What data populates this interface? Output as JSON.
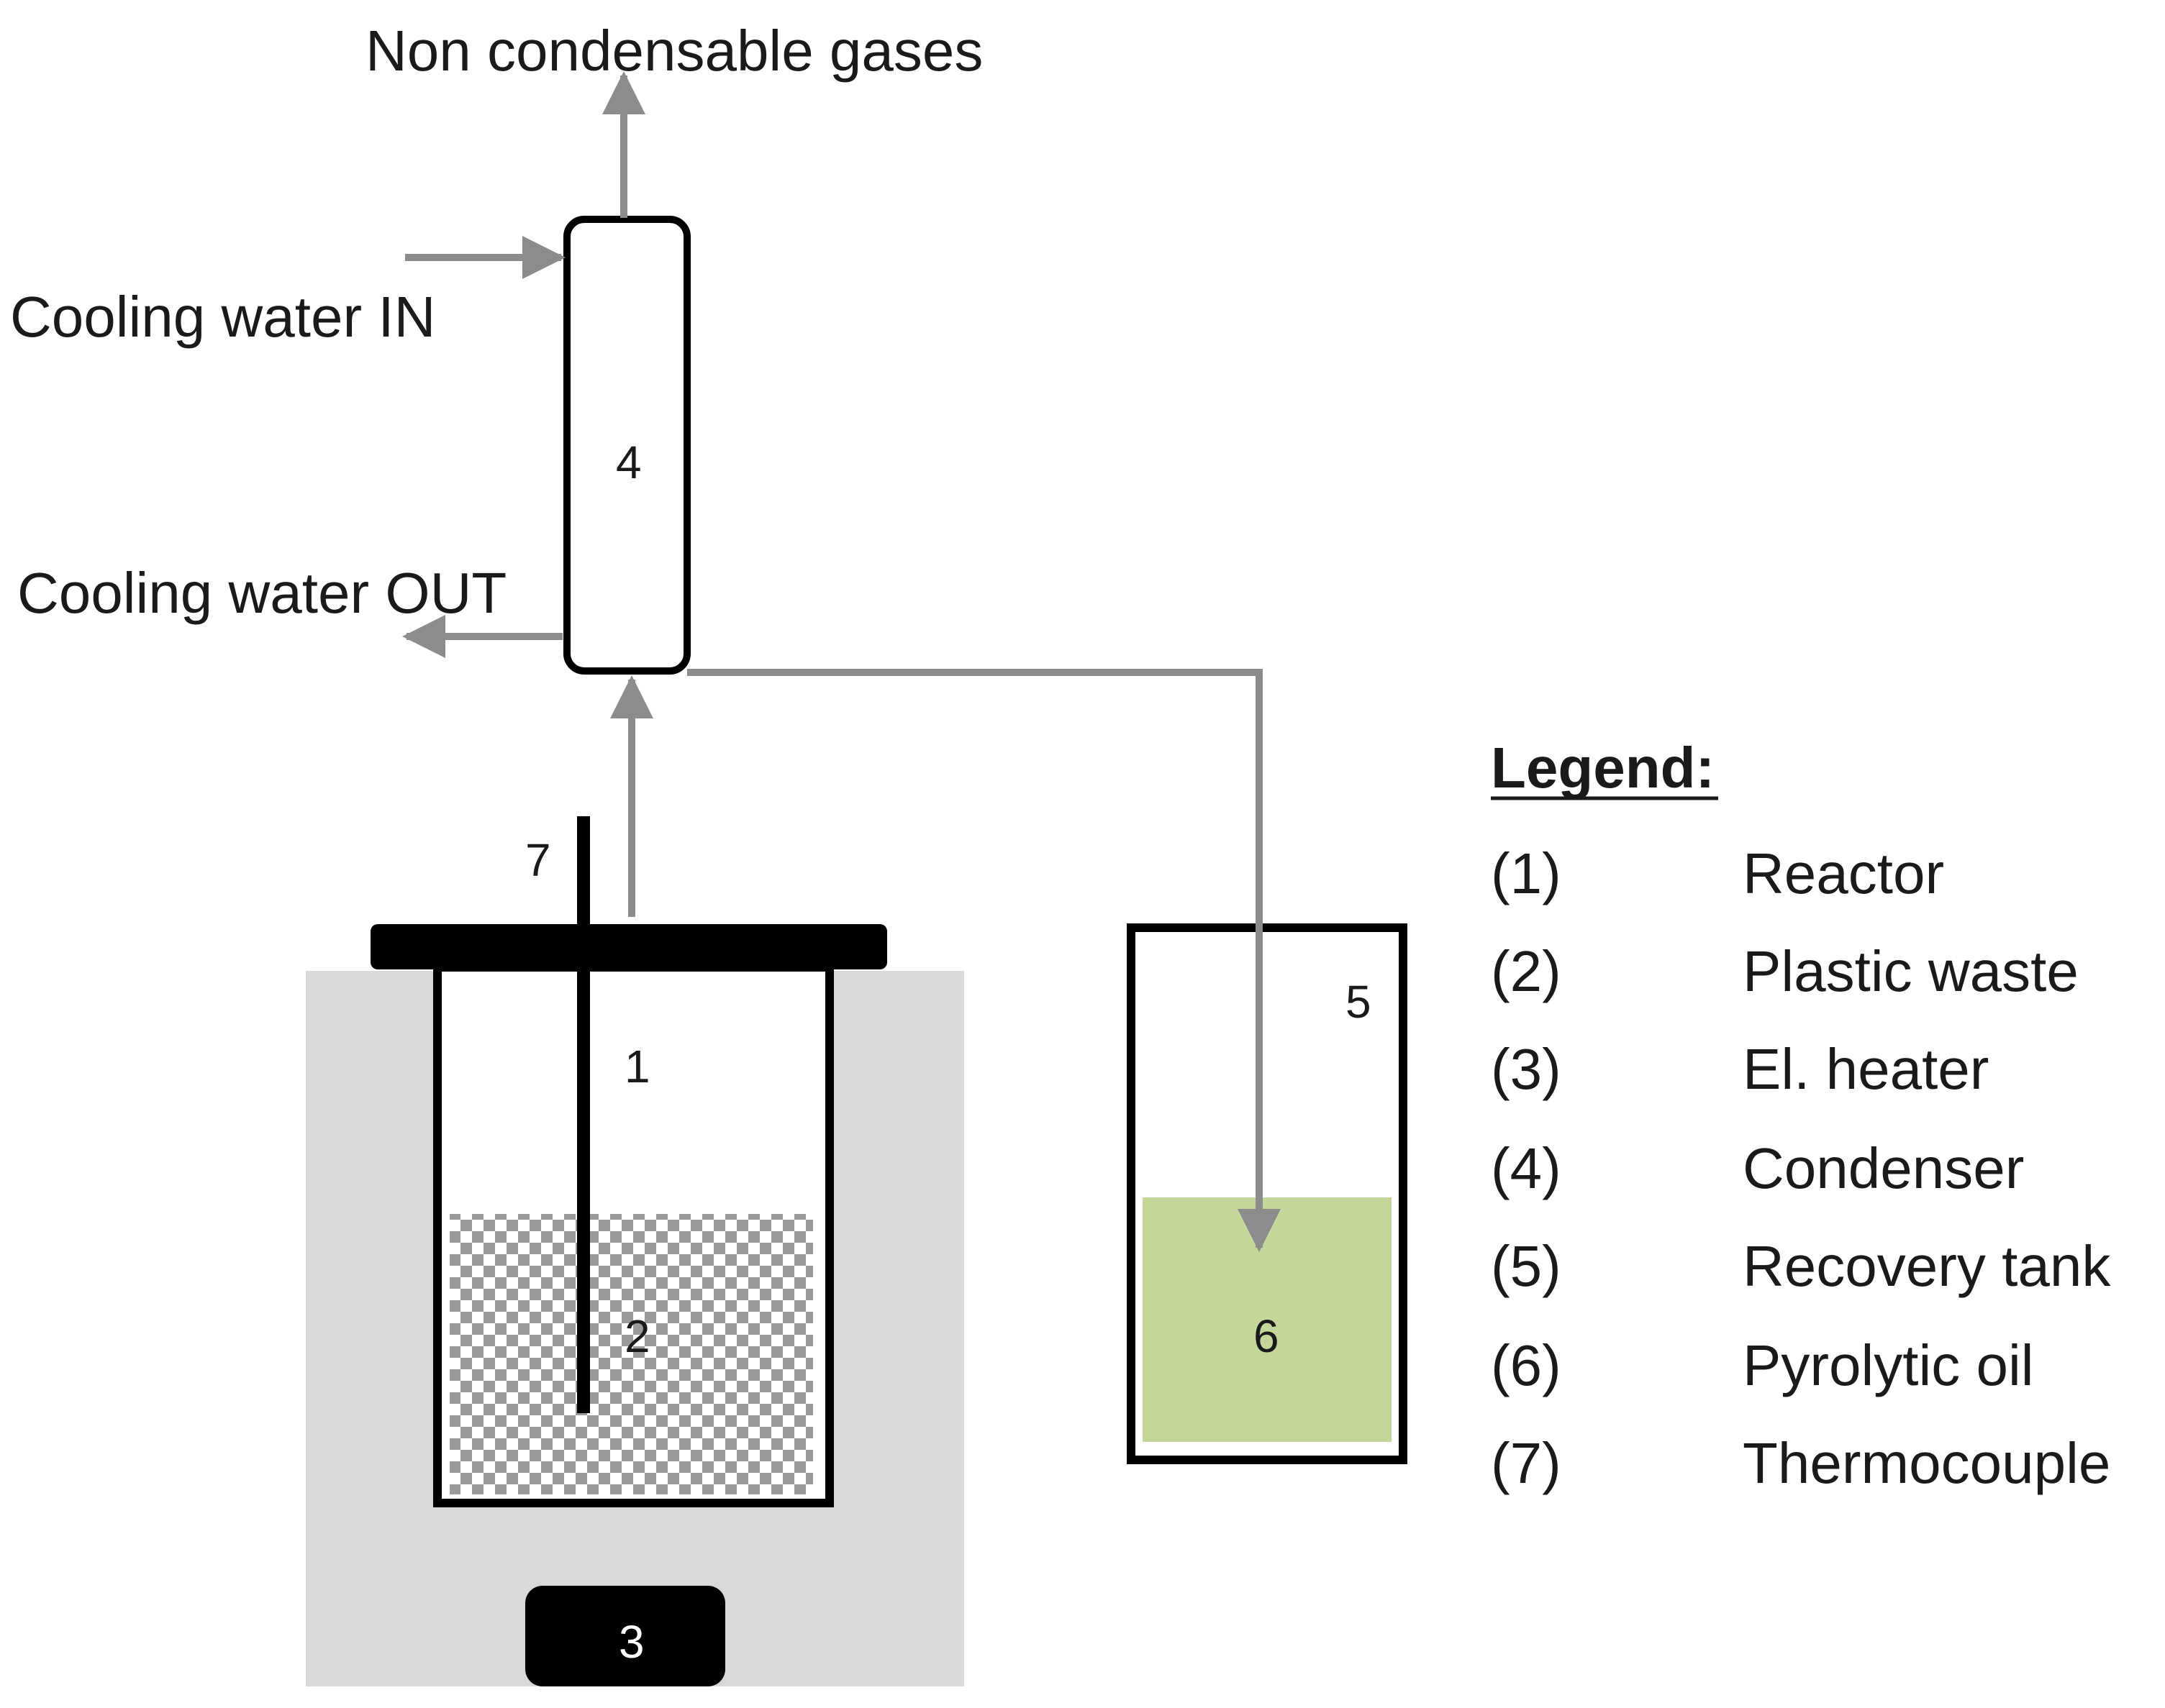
{
  "labels": {
    "non_condensable": "Non condensable gases",
    "cooling_in": "Cooling water IN",
    "cooling_out": "Cooling water OUT"
  },
  "numbers": {
    "reactor": "1",
    "plastic": "2",
    "heater": "3",
    "condenser": "4",
    "tank": "5",
    "oil": "6",
    "thermocouple": "7"
  },
  "legend": {
    "title": "Legend:",
    "items": [
      {
        "key": "(1)",
        "label": "Reactor"
      },
      {
        "key": "(2)",
        "label": "Plastic waste"
      },
      {
        "key": "(3)",
        "label": "El. heater"
      },
      {
        "key": "(4)",
        "label": "Condenser"
      },
      {
        "key": "(5)",
        "label": "Recovery tank"
      },
      {
        "key": "(6)",
        "label": "Pyrolytic oil"
      },
      {
        "key": "(7)",
        "label": "Thermocouple"
      }
    ]
  },
  "colors": {
    "pipe": "#8c8c8c",
    "heater_jacket": "#d9d9d9",
    "oil": "#c4d79b",
    "outline": "#000000"
  }
}
